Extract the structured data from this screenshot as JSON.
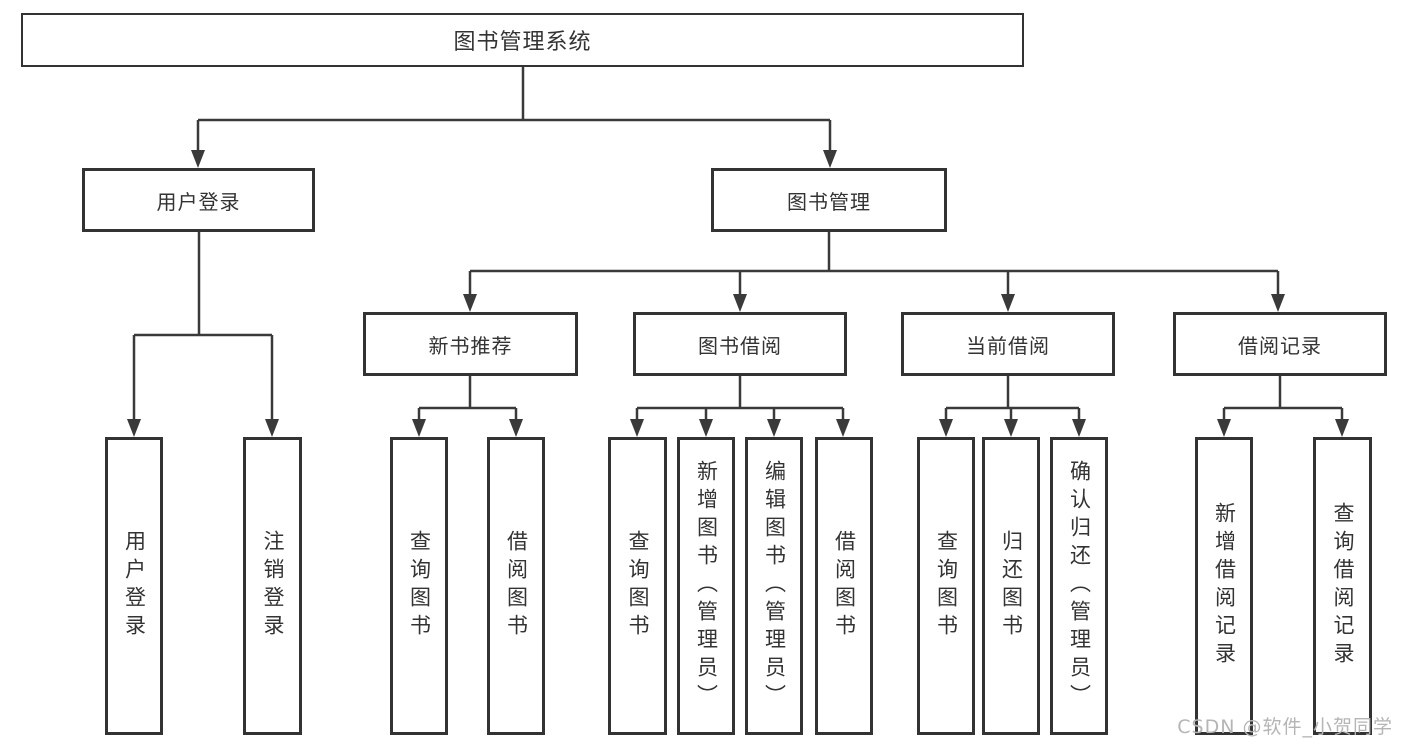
{
  "tree": {
    "root": {
      "label": "图书管理系统",
      "children": [
        {
          "label": "用户登录",
          "children": [
            {
              "label": "用户登录"
            },
            {
              "label": "注销登录"
            }
          ]
        },
        {
          "label": "图书管理",
          "children": [
            {
              "label": "新书推荐",
              "children": [
                {
                  "label": "查询图书"
                },
                {
                  "label": "借阅图书"
                }
              ]
            },
            {
              "label": "图书借阅",
              "children": [
                {
                  "label": "查询图书"
                },
                {
                  "label": "新增图书（管理员）"
                },
                {
                  "label": "编辑图书（管理员）"
                },
                {
                  "label": "借阅图书"
                }
              ]
            },
            {
              "label": "当前借阅",
              "children": [
                {
                  "label": "查询图书"
                },
                {
                  "label": "归还图书"
                },
                {
                  "label": "确认归还（管理员）"
                }
              ]
            },
            {
              "label": "借阅记录",
              "children": [
                {
                  "label": "新增借阅记录"
                },
                {
                  "label": "查询借阅记录"
                }
              ]
            }
          ]
        }
      ]
    }
  },
  "watermark": "CSDN @软件_小贺同学",
  "colors": {
    "line": "#3a3a3a",
    "border": "#333333",
    "text": "#333333",
    "watermark": "#b5b5b5",
    "background": "#ffffff"
  }
}
